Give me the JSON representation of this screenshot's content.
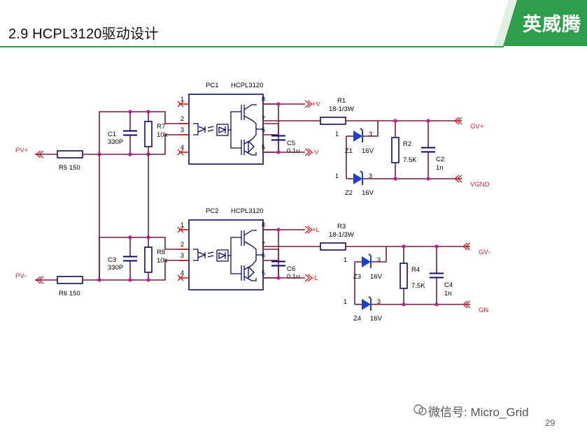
{
  "slide": {
    "title": "2.9 HCPL3120驱动设计",
    "logo_text": "英威腾",
    "watermark": "微信号: Micro_Grid",
    "page_number": "29"
  },
  "colors": {
    "wire": "#7a1a3a",
    "component": "#0a0a6a",
    "diode": "#1b3fd6",
    "net_label": "#e0202a",
    "title_rule": "#2e9e4a",
    "logo": "#2e9e4a"
  },
  "schematic": {
    "top": {
      "ic_ref": "PC1",
      "ic_part": "HCPL3120",
      "pins": [
        "1",
        "2",
        "3",
        "4",
        "8",
        "7",
        "6",
        "5"
      ],
      "input_net": "PV+",
      "r_in": {
        "ref": "R5",
        "value": "150"
      },
      "c_in": {
        "ref": "C1",
        "value": "330P"
      },
      "r_pd": {
        "ref": "R7",
        "value": "10k"
      },
      "c_dec": {
        "ref": "C5",
        "value": "0.1u"
      },
      "supply_pos": "+V",
      "supply_neg": "-V",
      "r_gate": {
        "ref": "R1",
        "value": "18-1/3W"
      },
      "z_a": {
        "ref": "Z1",
        "value": "16V"
      },
      "z_b": {
        "ref": "Z2",
        "value": "16V"
      },
      "r_out": {
        "ref": "R2",
        "value": "7.5K"
      },
      "c_out": {
        "ref": "C2",
        "value": "1n"
      },
      "gate_net": "GV+",
      "gnd_net": "VGND",
      "pin1": "1",
      "pin3": "3"
    },
    "bottom": {
      "ic_ref": "PC2",
      "ic_part": "HCPL3120",
      "pins": [
        "1",
        "2",
        "3",
        "4",
        "8",
        "7",
        "6",
        "5"
      ],
      "input_net": "PV-",
      "r_in": {
        "ref": "R6",
        "value": "150"
      },
      "c_in": {
        "ref": "C3",
        "value": "330P"
      },
      "r_pd": {
        "ref": "R8",
        "value": "10k"
      },
      "c_dec": {
        "ref": "C6",
        "value": "0.1u"
      },
      "supply_pos": "+L",
      "supply_neg": "-L",
      "r_gate": {
        "ref": "R3",
        "value": "18-1/3W"
      },
      "z_a": {
        "ref": "Z3",
        "value": "16V"
      },
      "z_b": {
        "ref": "Z4",
        "value": "16V"
      },
      "r_out": {
        "ref": "R4",
        "value": "7.5K"
      },
      "c_out": {
        "ref": "C4",
        "value": "1n"
      },
      "gate_net": "GV-",
      "gnd_net": "GN",
      "pin1": "1",
      "pin3": "3"
    }
  }
}
